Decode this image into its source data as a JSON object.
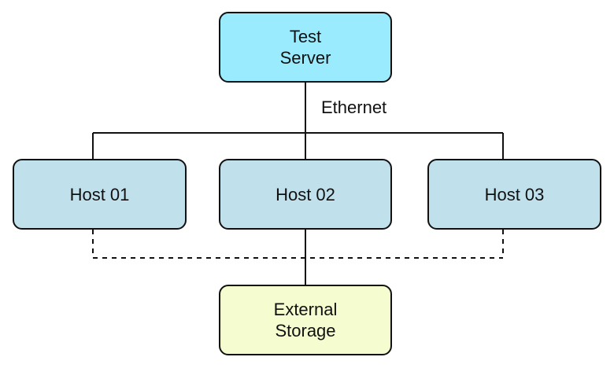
{
  "nodes": {
    "server": {
      "lines": [
        "Test",
        "Server"
      ],
      "fill": "#9BEBFF"
    },
    "host1": {
      "lines": [
        "Host 01"
      ],
      "fill": "#C0E0EC"
    },
    "host2": {
      "lines": [
        "Host 02"
      ],
      "fill": "#C0E0EC"
    },
    "host3": {
      "lines": [
        "Host 03"
      ],
      "fill": "#C0E0EC"
    },
    "storage": {
      "lines": [
        "External",
        "Storage"
      ],
      "fill": "#F5FCCF"
    }
  },
  "connection_label": "Ethernet",
  "colors": {
    "line": "#111111",
    "border": "#111111",
    "text": "#111111"
  },
  "connections": {
    "ethernet_style": "solid",
    "storage_link_style": "dashed"
  }
}
